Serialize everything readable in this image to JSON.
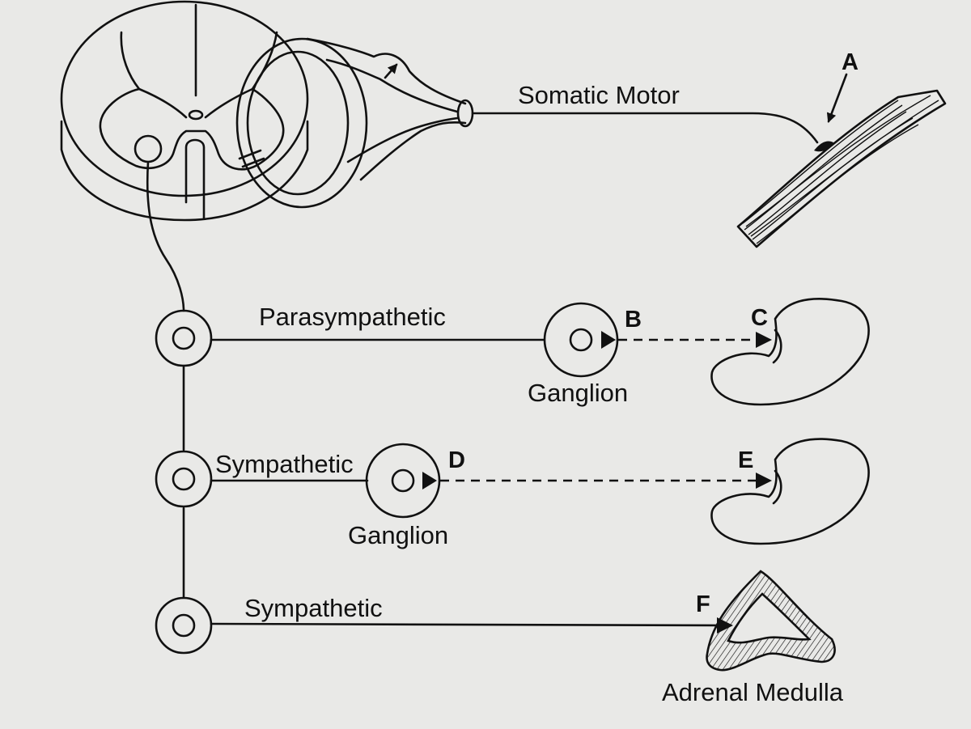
{
  "labels": {
    "somatic_motor": "Somatic Motor",
    "parasympathetic": "Parasympathetic",
    "sympathetic_1": "Sympathetic",
    "sympathetic_2": "Sympathetic",
    "ganglion_1": "Ganglion",
    "ganglion_2": "Ganglion",
    "adrenal_medulla": "Adrenal Medulla"
  },
  "letters": {
    "a": "A",
    "b": "B",
    "c": "C",
    "d": "D",
    "e": "E",
    "f": "F"
  }
}
